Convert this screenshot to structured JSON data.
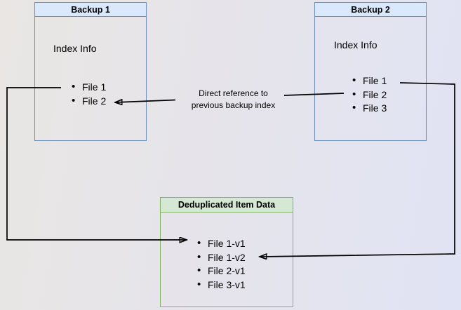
{
  "diagram": {
    "backup1": {
      "title": "Backup 1",
      "label": "Index Info",
      "items": [
        "File 1",
        "File 2"
      ]
    },
    "backup2": {
      "title": "Backup 2",
      "label": "Index Info",
      "items": [
        "File 1",
        "File 2",
        "File 3"
      ]
    },
    "dedup": {
      "title": "Deduplicated Item Data",
      "items": [
        "File 1-v1",
        "File 1-v2",
        "File 2-v1",
        "File 3-v1"
      ]
    },
    "annotation": {
      "line1": "Direct reference to",
      "line2": "previous backup index"
    }
  },
  "colors": {
    "blue_fill": "#dae8fc",
    "blue_stroke": "#6c8ebf",
    "green_fill": "#d5e8d4",
    "green_stroke": "#82b366",
    "line": "#000000",
    "text": "#000000",
    "bg_left": "#e9e6e3",
    "bg_right": "#e0e3f4"
  }
}
